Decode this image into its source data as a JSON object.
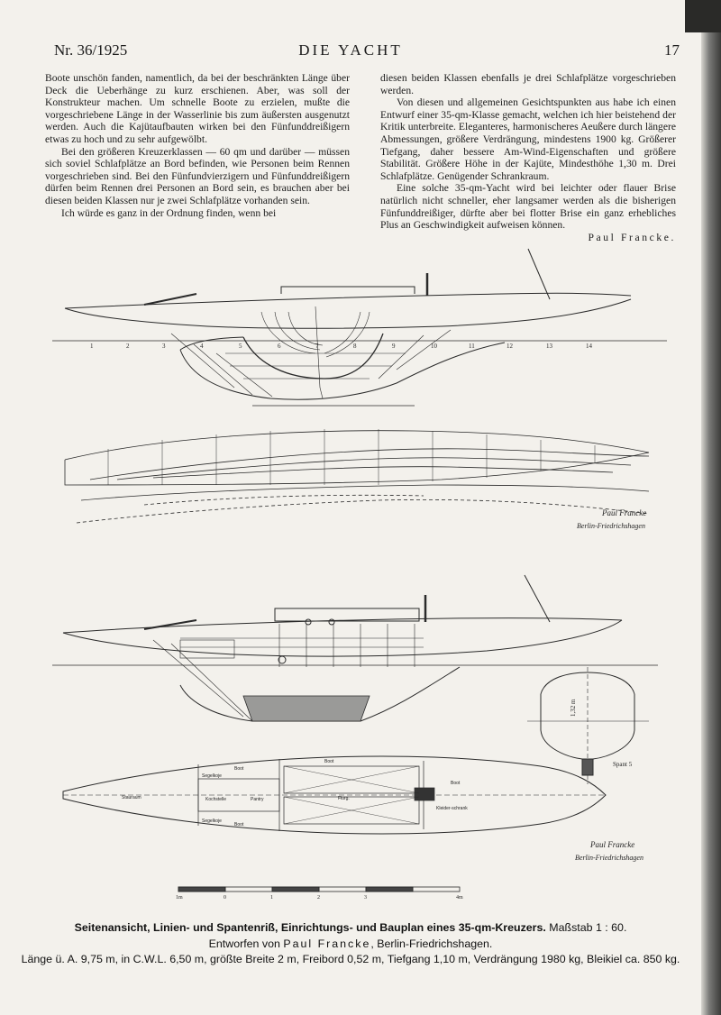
{
  "header": {
    "issue": "Nr. 36/1925",
    "journal": "DIE YACHT",
    "page": "17"
  },
  "column1": {
    "p1": "Boote unschön fanden, namentlich, da bei der beschränkten Länge über Deck die Ueberhänge zu kurz erschienen. Aber, was soll der Konstrukteur machen. Um schnelle Boote zu erzielen, mußte die vorgeschriebene Länge in der Wasserlinie bis zum äußersten ausgenutzt werden. Auch die Kajütaufbauten wirken bei den Fünfunddreißigern etwas zu hoch und zu sehr aufgewölbt.",
    "p2": "Bei den größeren Kreuzerklassen — 60 qm und darüber — müssen sich soviel Schlafplätze an Bord befinden, wie Personen beim Rennen vorgeschrieben sind. Bei den Fünfundvierzigern und Fünfunddreißigern dürfen beim Rennen drei Personen an Bord sein, es brauchen aber bei diesen beiden Klassen nur je zwei Schlafplätze vorhanden sein.",
    "p3": "Ich würde es ganz in der Ordnung finden, wenn bei"
  },
  "column2": {
    "p1": "diesen beiden Klassen ebenfalls je drei Schlafplätze vorgeschrieben werden.",
    "p2": "Von diesen und allgemeinen Gesichtspunkten aus habe ich einen Entwurf einer 35-qm-Klasse gemacht, welchen ich hier beistehend der Kritik unterbreite. Eleganteres, harmonischeres Aeußere durch längere Abmessungen, größere Verdrängung, mindestens 1900 kg. Größerer Tiefgang, daher bessere Am-Wind-Eigenschaften und größere Stabilität. Größere Höhe in der Kajüte, Mindesthöhe 1,30 m. Drei Schlafplätze. Genügender Schrankraum.",
    "p3": "Eine solche 35-qm-Yacht wird bei leichter oder flauer Brise natürlich nicht schneller, eher langsamer werden als die bisherigen Fünfunddreißiger, dürfte aber bei flotter Brise ein ganz erhebliches Plus an Geschwindigkeit aufweisen können.",
    "signature": "Paul Francke."
  },
  "drawing": {
    "signature_1": "Paul Francke",
    "signature_1_place": "Berlin-Friedrichshagen",
    "signature_2": "Paul Francke",
    "signature_2_place": "Berlin-Friedrichshagen",
    "frame_label": "Spant 5",
    "cabin_height": "1,32 m",
    "plan_labels": [
      "Segelkoje",
      "Boot",
      "Boot",
      "Stauraum",
      "Flurg.",
      "Kleider-schrank",
      "Kochstelle",
      "Pantry",
      "Boot",
      "Segelkoje",
      "Boot"
    ],
    "scale_ticks": [
      "1m",
      "0",
      "1",
      "2",
      "3",
      "4m"
    ],
    "lines_station_numbers": [
      "1",
      "2",
      "3",
      "4",
      "5",
      "6",
      "7",
      "8",
      "9",
      "10",
      "11",
      "12",
      "13",
      "14"
    ]
  },
  "caption": {
    "bold": "Seitenansicht, Linien- und Spantenriß, Einrichtungs- und Bauplan eines 35-qm-Kreuzers.",
    "scale": "Maßstab 1 : 60.",
    "designer_prefix": "Entworfen von",
    "designer_name": "Paul Francke",
    "designer_place": ", Berlin-Friedrichshagen.",
    "specs": "Länge ü. A. 9,75 m, in C.W.L. 6,50 m, größte Breite 2 m, Freibord 0,52 m, Tiefgang 1,10 m, Verdrängung 1980 kg, Bleikiel ca. 850 kg."
  }
}
